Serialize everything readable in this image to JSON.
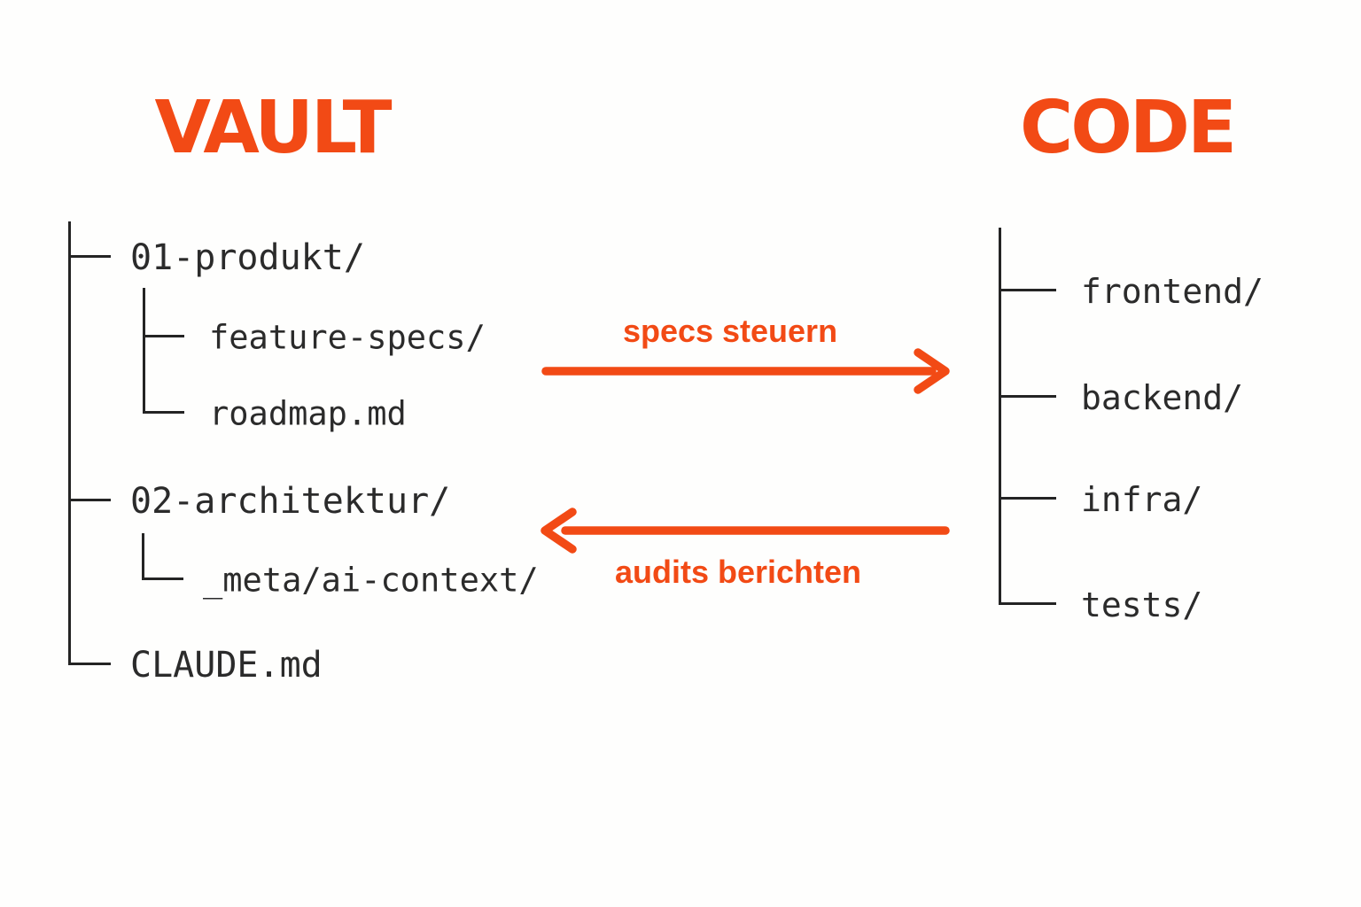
{
  "page": {
    "background_color": "#FEFEFD",
    "accent_color": "#F24A15",
    "ink_color": "#2B2B2B"
  },
  "vault": {
    "title": "VAULT",
    "items": [
      {
        "label": "01-produkt/",
        "level": 1
      },
      {
        "label": "feature-specs/",
        "level": 2
      },
      {
        "label": "roadmap.md",
        "level": 2
      },
      {
        "label": "02-architektur/",
        "level": 1
      },
      {
        "label": "_meta/ai-context/",
        "level": 2
      },
      {
        "label": "CLAUDE.md",
        "level": 1
      }
    ]
  },
  "code": {
    "title": "CODE",
    "items": [
      {
        "label": "frontend/"
      },
      {
        "label": "backend/"
      },
      {
        "label": "infra/"
      },
      {
        "label": "tests/"
      }
    ]
  },
  "arrows": {
    "specs": {
      "label": "specs steuern",
      "direction": "right"
    },
    "audits": {
      "label": "audits berichten",
      "direction": "left"
    }
  }
}
